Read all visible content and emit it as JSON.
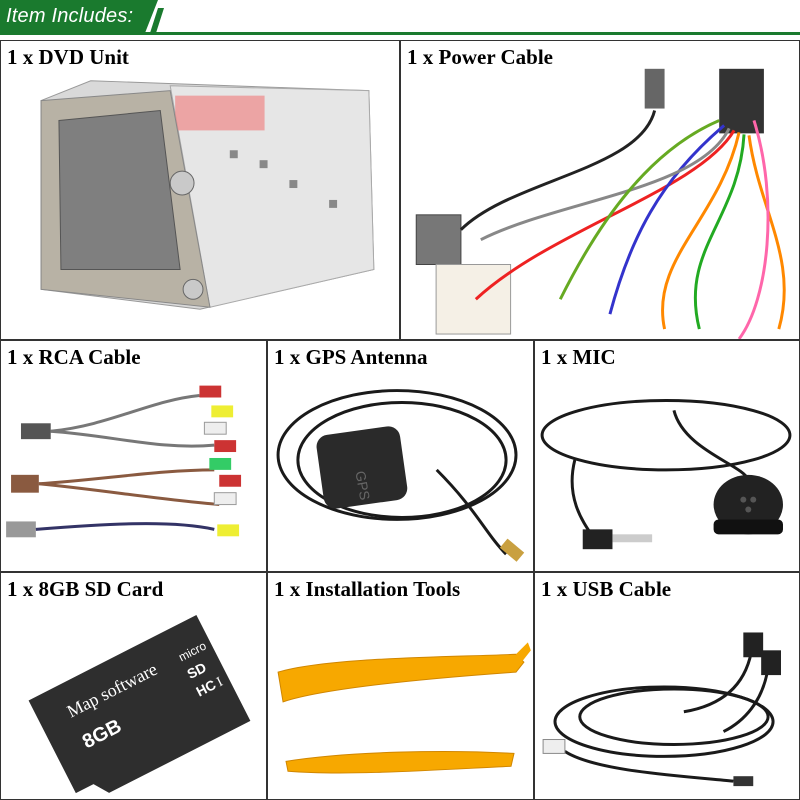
{
  "banner": {
    "title": "Item Includes:",
    "color": "#1a7a2e"
  },
  "items": [
    {
      "label": "1 x DVD Unit",
      "icon": "dvd-unit-icon"
    },
    {
      "label": "1 x Power Cable",
      "icon": "power-cable-icon"
    },
    {
      "label": "1 x RCA Cable",
      "icon": "rca-cable-icon"
    },
    {
      "label": "1 x GPS Antenna",
      "icon": "gps-antenna-icon",
      "antenna_text": "GPS"
    },
    {
      "label": "1 x MIC",
      "icon": "microphone-icon"
    },
    {
      "label": "1 x 8GB SD Card",
      "icon": "sd-card-icon",
      "card_text": "Map software",
      "card_capacity": "8GB",
      "card_brand": "micro",
      "card_brand2": "SD",
      "card_class": "HC",
      "card_i": "I"
    },
    {
      "label": "1 x Installation Tools",
      "icon": "pry-tools-icon"
    },
    {
      "label": "1 x USB Cable",
      "icon": "usb-cable-icon"
    }
  ]
}
